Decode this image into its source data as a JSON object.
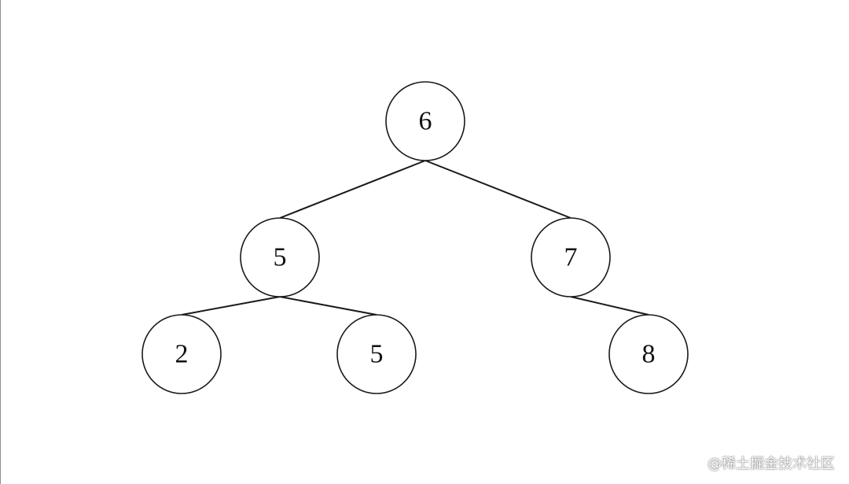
{
  "tree": {
    "nodes": [
      {
        "id": "root",
        "label": "6"
      },
      {
        "id": "left",
        "label": "5"
      },
      {
        "id": "right",
        "label": "7"
      },
      {
        "id": "left-left",
        "label": "2"
      },
      {
        "id": "left-right",
        "label": "5"
      },
      {
        "id": "right-right",
        "label": "8"
      }
    ],
    "edges": [
      [
        "root",
        "left"
      ],
      [
        "root",
        "right"
      ],
      [
        "left",
        "left-left"
      ],
      [
        "left",
        "left-right"
      ],
      [
        "right",
        "right-right"
      ]
    ]
  },
  "watermark": "@稀土掘金技术社区"
}
